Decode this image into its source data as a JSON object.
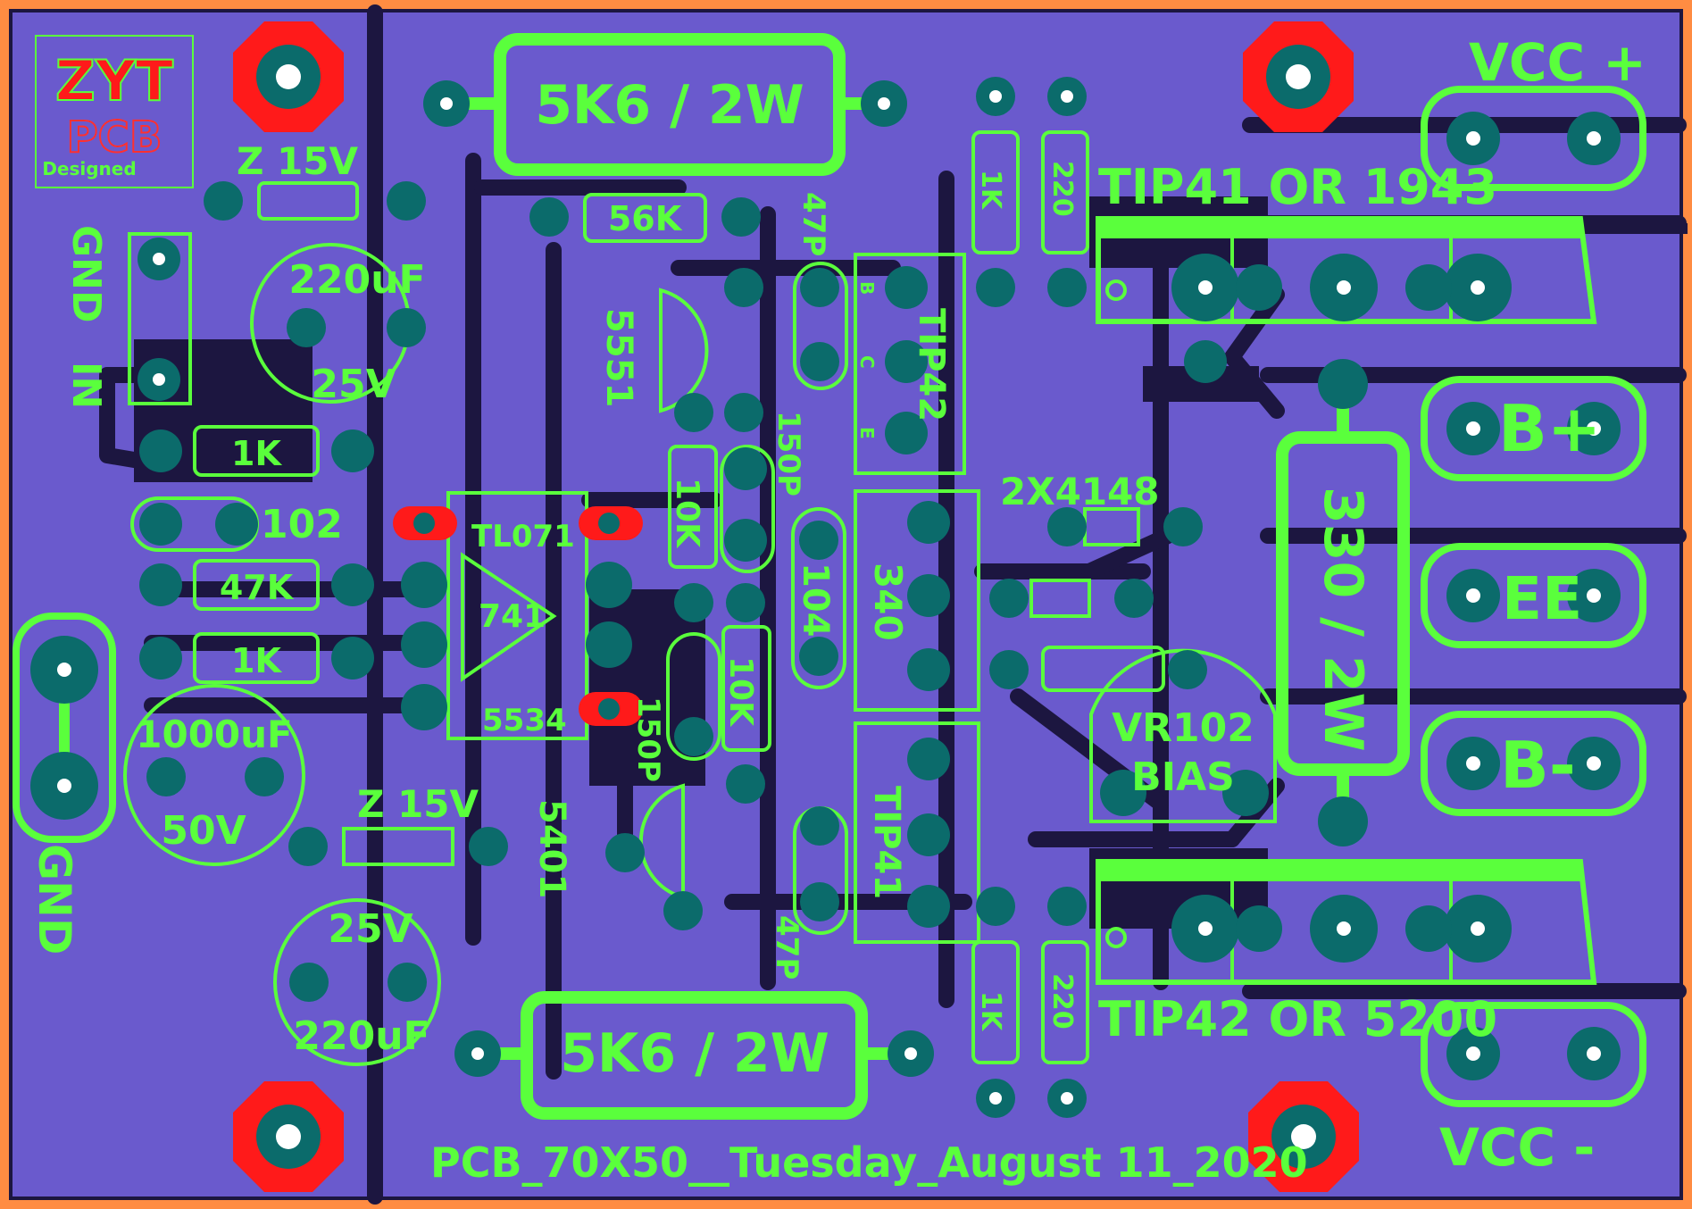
{
  "colors": {
    "frame": "#ff8c42",
    "board": "#6a5acd",
    "trace": "#1c1640",
    "silk": "#5aff3c",
    "pad": "#0b6b6b",
    "mount": "#ff1a1a"
  },
  "logo": {
    "letters": "ZYT",
    "sub": "PCB",
    "designed": "Designed"
  },
  "labels": {
    "vcc_plus": "VCC +",
    "vcc_minus": "VCC -",
    "gnd_in": "GND",
    "in": "IN",
    "gnd_pwr": "GND",
    "b_plus": "B+",
    "ee": "EE",
    "b_minus": "B-",
    "footer": "PCB_70X50__Tuesday_August 11_2020"
  },
  "components": {
    "r_5k6_top": "5K6 / 2W",
    "r_5k6_bottom": "5K6 / 2W",
    "r_330": "330 / 2W",
    "r_56k": "56K",
    "r_1k_a": "1K",
    "r_1k_b": "1K",
    "r_47k": "47K",
    "r_10k_a": "10K",
    "r_10k_b": "10K",
    "r_1k_top": "1K",
    "r_220_top": "220",
    "r_1k_bot": "1K",
    "r_220_bot": "220",
    "c_102": "102",
    "c_47p_top": "47P",
    "c_47p_bot": "47P",
    "c_150p_a": "150P",
    "c_150p_b": "150P",
    "c_104": "104",
    "cap_220uf_top": "220uF",
    "cap_25v_top": "25V",
    "cap_1000uf": "1000uF",
    "cap_50v": "50V",
    "cap_25v_bot": "25V",
    "cap_220uf_bot": "220uF",
    "zener_top": "Z 15V",
    "zener_bot": "Z 15V",
    "diode_2x4148": "2X4148",
    "q_5551": "5551",
    "q_5401": "5401",
    "q_tip42": "TIP42",
    "q_340": "340",
    "q_tip41": "TIP41",
    "q_out_top": "TIP41 OR 1943",
    "q_out_bot": "TIP42 OR 5200",
    "opamp_top": "TL071",
    "opamp_mid": "741",
    "opamp_bot": "5534",
    "vr": "VR102",
    "vr_sub": "BIAS",
    "pin_b": "B",
    "pin_c": "C",
    "pin_e": "E"
  }
}
